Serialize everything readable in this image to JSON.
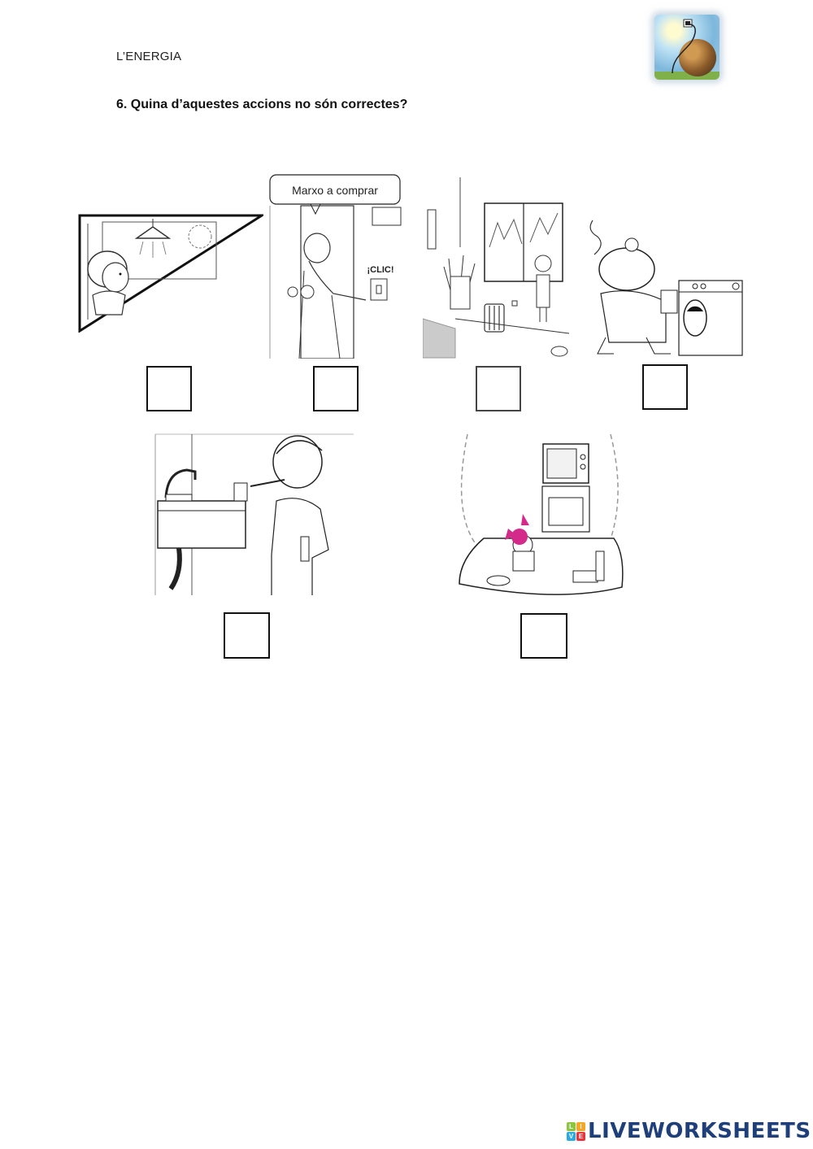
{
  "header": {
    "title": "L’ENERGIA",
    "logo_icon": "energy-earth-plug-icon"
  },
  "question": {
    "number": "6.",
    "text": "6.  Quina d’aquestes accions no són correctes?"
  },
  "items": [
    {
      "id": 1,
      "scene": "child-looking-at-lamp-sunny-room",
      "checkbox_checked": false
    },
    {
      "id": 2,
      "scene": "girl-leaving-turns-off-light",
      "speech_bubble": "Marxo a comprar",
      "switch_sound": "¡CLIC!",
      "checkbox_checked": false
    },
    {
      "id": 3,
      "scene": "girl-opens-window-heater-on",
      "checkbox_checked": false
    },
    {
      "id": 4,
      "scene": "man-loading-washing-machine",
      "checkbox_checked": false
    },
    {
      "id": 5,
      "scene": "girl-brushing-teeth-tap-running",
      "checkbox_checked": false
    },
    {
      "id": 6,
      "scene": "girl-sleeping-tv-on",
      "checkbox_checked": false
    }
  ],
  "footer": {
    "brand": "LIVEWORKSHEETS",
    "brand_icon_letters": [
      "L",
      "I",
      "V",
      "E"
    ],
    "brand_colors": [
      "#8cc63f",
      "#f5a623",
      "#29abe2",
      "#e8343c"
    ],
    "brand_text_color": "#1f3f7a"
  }
}
